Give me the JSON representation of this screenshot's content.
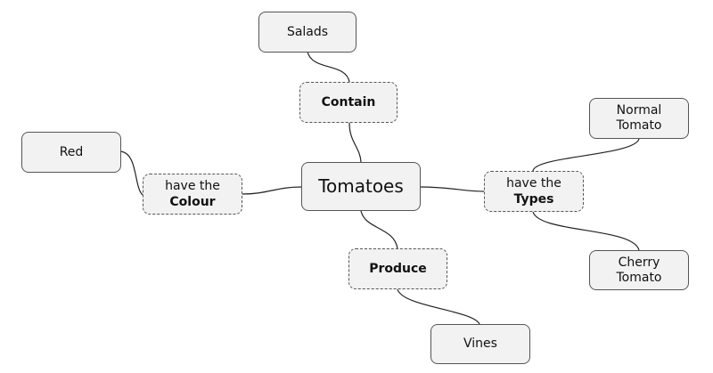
{
  "central": {
    "label": "Tomatoes"
  },
  "nodes": {
    "salads": "Salads",
    "red": "Red",
    "normal_tomato": [
      "Normal",
      "Tomato"
    ],
    "cherry_tomato": [
      "Cherry",
      "Tomato"
    ],
    "vines": "Vines"
  },
  "links": {
    "contain": {
      "plain": "",
      "bold": "Contain"
    },
    "colour": {
      "plain": "have the",
      "bold": "Colour"
    },
    "types": {
      "plain": "have the",
      "bold": "Types"
    },
    "produce": {
      "plain": "",
      "bold": "Produce"
    }
  }
}
